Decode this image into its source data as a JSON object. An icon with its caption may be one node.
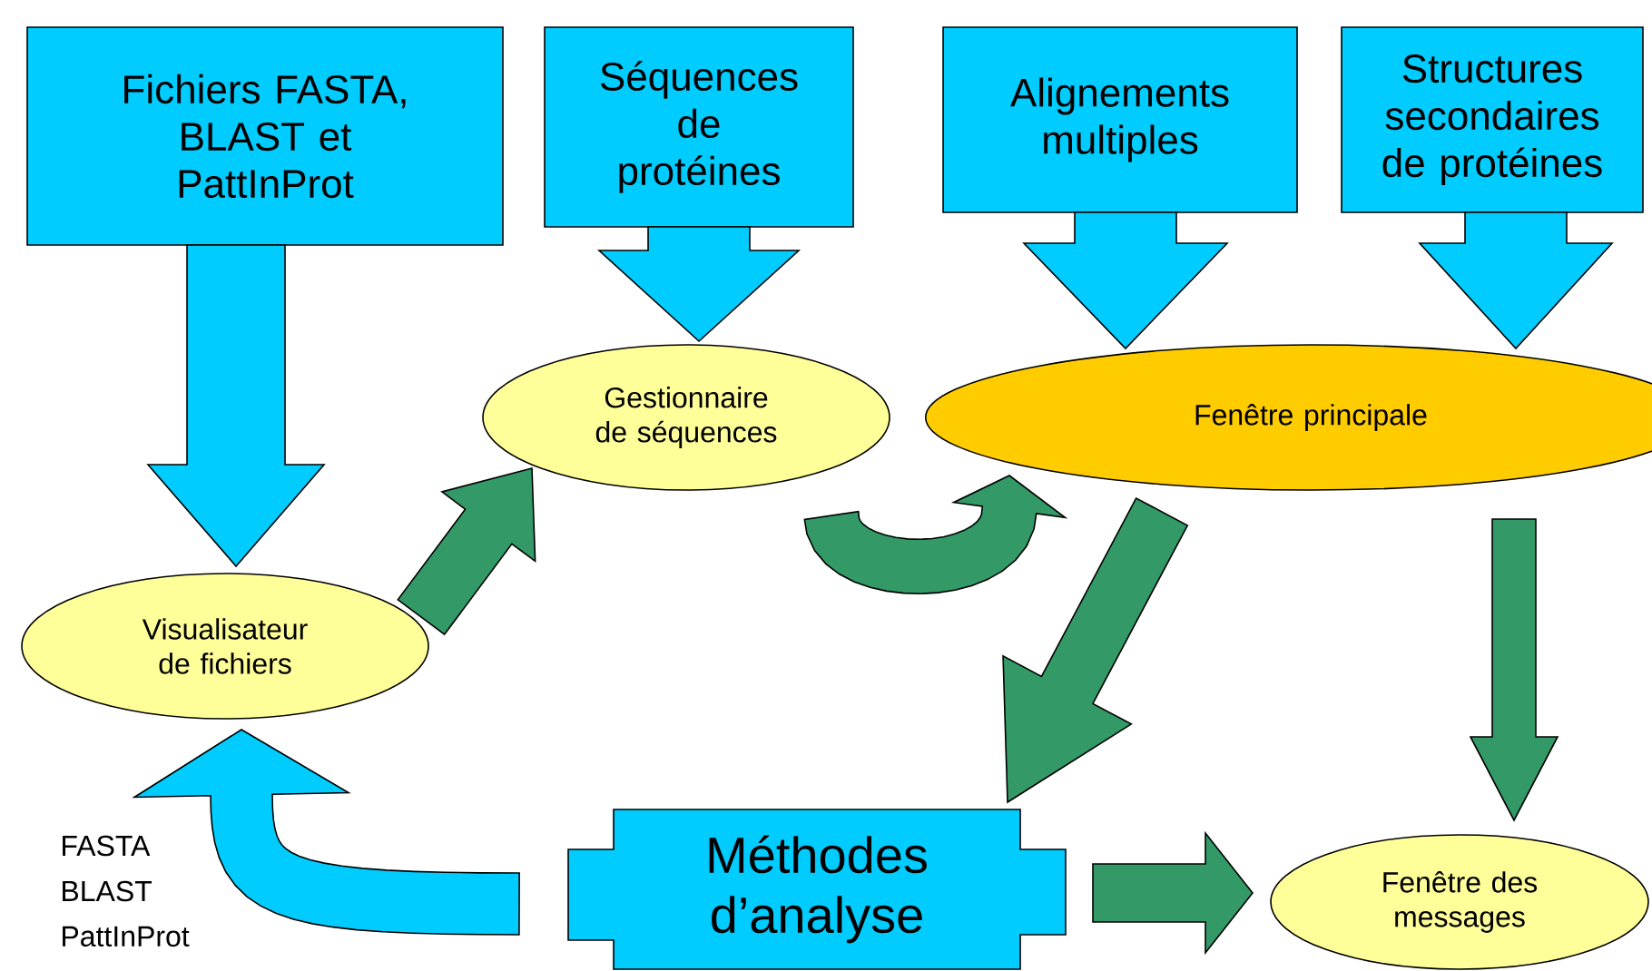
{
  "diagram": {
    "nodes": [
      {
        "text": [
          "Fichiers FASTA, BLAST et PattInProt"
        ]
      },
      {
        "text": [
          "Séquences de protéines"
        ]
      },
      {
        "text": [
          "Alignements multiples"
        ]
      },
      {
        "text": [
          "Structures secondaires de protéines"
        ]
      },
      {
        "text": [
          "Gestionnaire de séquences"
        ]
      },
      {
        "text": [
          "Fenêtre principale"
        ]
      },
      {
        "text": [
          "Visualisateur de fichiers"
        ]
      },
      {
        "text": [
          "Méthodes d’analyse"
        ]
      },
      {
        "text": [
          "Fenêtre des messages"
        ]
      }
    ],
    "edges": [
      {
        "from": 0,
        "to": 6,
        "arrow": "to",
        "color": "#00ccff"
      },
      {
        "from": 1,
        "to": 4,
        "arrow": "to",
        "color": "#00ccff"
      },
      {
        "from": 2,
        "to": 5,
        "arrow": "to",
        "color": "#00ccff"
      },
      {
        "from": 3,
        "to": 5,
        "arrow": "to",
        "color": "#00ccff"
      },
      {
        "from": 6,
        "to": 4,
        "arrow": "to",
        "color": "#339966"
      },
      {
        "from": 4,
        "to": 5,
        "arrow": "to",
        "color": "#339966"
      },
      {
        "from": 5,
        "to": 7,
        "arrow": "to",
        "color": "#339966"
      },
      {
        "from": 5,
        "to": 8,
        "arrow": "to",
        "color": "#339966"
      },
      {
        "from": 7,
        "to": 8,
        "arrow": "to",
        "color": "#339966"
      },
      {
        "from": 7,
        "to": 6,
        "arrow": "to",
        "color": "#00ccff"
      }
    ],
    "labels": [
      "FASTA",
      "BLAST",
      "PattInProt"
    ]
  }
}
